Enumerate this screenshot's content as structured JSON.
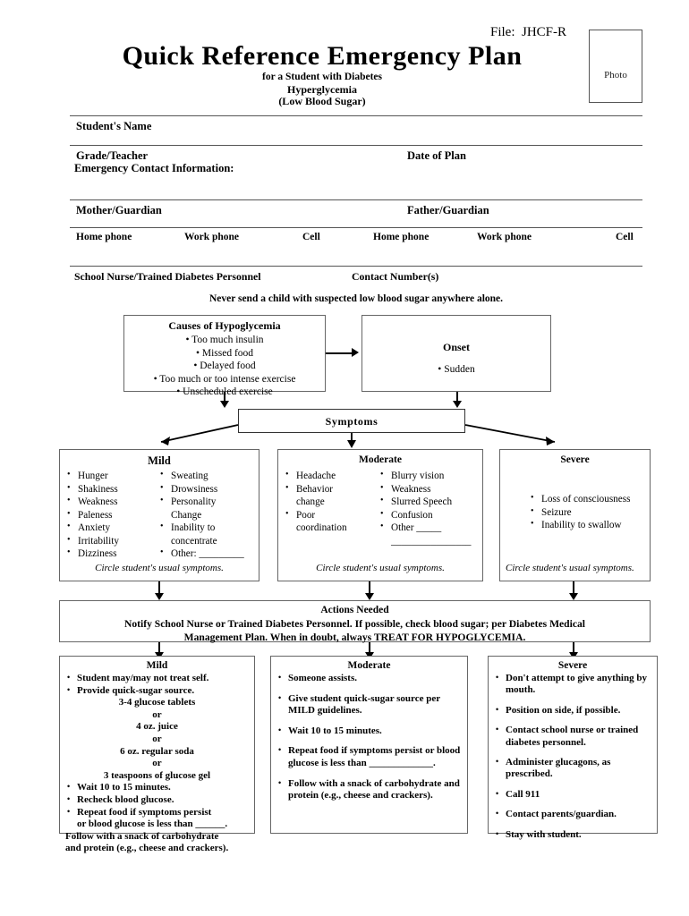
{
  "header": {
    "file_label": "File:  JHCF-R",
    "photo_placeholder": "Photo",
    "title": "Quick Reference Emergency Plan",
    "subtitle1": "for a Student with Diabetes",
    "subtitle2": "Hyperglycemia",
    "subtitle3": "(Low Blood Sugar)"
  },
  "form": {
    "students_name": "Student's Name",
    "grade_teacher": "Grade/Teacher",
    "date_of_plan": "Date of Plan",
    "emergency_contact_information": "Emergency Contact Information:",
    "mother_guardian": "Mother/Guardian",
    "father_guardian": "Father/Guardian",
    "mother_home_phone": "Home phone",
    "mother_work_phone": "Work phone",
    "mother_cell": "Cell",
    "father_home_phone": "Home phone",
    "father_work_phone": "Work phone",
    "father_cell": "Cell",
    "school_nurse": "School Nurse/Trained Diabetes Personnel",
    "contact_numbers": "Contact Number(s)"
  },
  "warning_note": "Never send a child with suspected low blood sugar anywhere alone.",
  "flow": {
    "causes": {
      "title": "Causes of Hypoglycemia",
      "items": [
        "• Too much insulin",
        "•  Missed food",
        "•  Delayed food",
        "•  Too much or too intense exercise",
        "•  Unscheduled exercise"
      ]
    },
    "onset": {
      "title": "Onset",
      "item": "•  Sudden"
    },
    "symptoms_label": "Symptoms"
  },
  "symptoms": {
    "mild": {
      "heading": "Mild",
      "col1": [
        "Hunger",
        "Shakiness",
        "Weakness",
        "Paleness",
        "Anxiety",
        "Irritability",
        "Dizziness"
      ],
      "col2": [
        "Sweating",
        "Drowsiness",
        "Personality",
        "Change",
        "Inability to",
        "concentrate",
        "Other: _________"
      ],
      "note": "Circle student's usual symptoms."
    },
    "moderate": {
      "heading": "Moderate",
      "col1": [
        "Headache",
        "Behavior",
        "change",
        "Poor",
        "coordination"
      ],
      "col2": [
        "Blurry vision",
        "Weakness",
        "Slurred Speech",
        "Confusion",
        "Other _____",
        "________________"
      ],
      "note": "Circle student's usual symptoms."
    },
    "severe": {
      "heading": "Severe",
      "items": [
        "Loss of consciousness",
        "Seizure",
        "Inability to swallow"
      ],
      "note": "Circle student's usual symptoms."
    }
  },
  "actions": {
    "title": "Actions Needed",
    "line1": "Notify School Nurse or Trained Diabetes Personnel.  If possible, check blood sugar; per Diabetes Medical",
    "line2": "Management Plan.  When in doubt, always TREAT FOR HYPOGLYCEMIA."
  },
  "treatment": {
    "mild": {
      "heading": "Mild",
      "items": [
        "Student may/may not treat self.",
        "Provide quick-sugar source.",
        "3-4 glucose tablets",
        "or",
        "4 oz. juice",
        "or",
        "6 oz. regular soda",
        "or",
        "3 teaspoons of glucose gel",
        "Wait 10 to 15 minutes.",
        "Recheck blood glucose.",
        "Repeat food if symptoms persist",
        "or blood glucose is less than ______.",
        "Follow with a snack of carbohydrate",
        "and protein (e.g., cheese and crackers)."
      ]
    },
    "moderate": {
      "heading": "Moderate",
      "items": [
        "Someone assists.",
        "Give student quick-sugar source per MILD guidelines.",
        "Wait 10 to 15 minutes.",
        "Repeat food if symptoms persist or blood glucose is less than _____________.",
        "Follow with a snack of carbohydrate and protein (e.g., cheese and crackers)."
      ]
    },
    "severe": {
      "heading": "Severe",
      "items": [
        "Don't attempt to give anything by mouth.",
        "Position on side, if possible.",
        "Contact school nurse or trained diabetes personnel.",
        "Administer glucagons, as prescribed.",
        "Call 911",
        "Contact parents/guardian.",
        "Stay with student."
      ]
    }
  }
}
